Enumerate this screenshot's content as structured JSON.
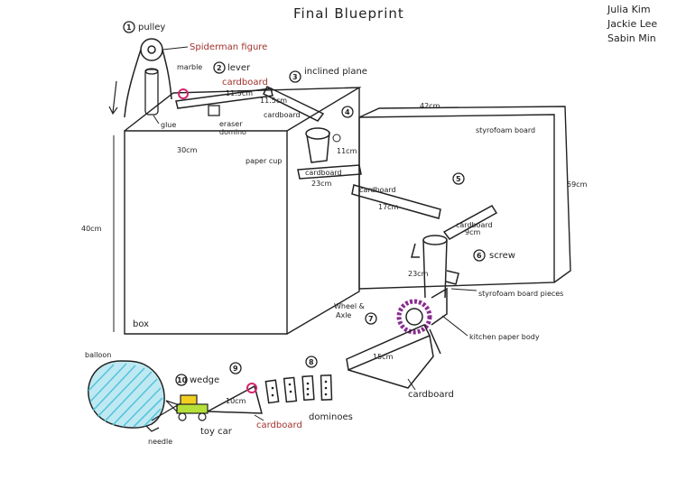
{
  "title": "Final Blueprint",
  "authors": [
    "Julia Kim",
    "Jackie Lee",
    "Sabin Min"
  ],
  "colors": {
    "ink": "#222222",
    "marker_red": "#a0322c",
    "marble": "#d6246e",
    "gear_purple": "#8a2c8f",
    "balloon_blue": "#55c4dc",
    "car_green": "#b5e03a",
    "car_yellow": "#f0cf20"
  },
  "steps": [
    {
      "num": "1",
      "label": "pulley"
    },
    {
      "num": "2",
      "label": "lever"
    },
    {
      "num": "3",
      "label": "inclined plane"
    },
    {
      "num": "4",
      "label": ""
    },
    {
      "num": "5",
      "label": ""
    },
    {
      "num": "6",
      "label": "screw"
    },
    {
      "num": "7",
      "label": "Wheel & Axle"
    },
    {
      "num": "8",
      "label": ""
    },
    {
      "num": "9",
      "label": ""
    },
    {
      "num": "10",
      "label": "wedge"
    }
  ],
  "labels": {
    "spiderman_figure": "Spiderman figure",
    "marble": "marble",
    "cardboard": "cardboard",
    "glue": "glue",
    "eraser": "eraser",
    "domino": "domino",
    "paper_cup": "paper cup",
    "styrofoam_board": "styrofoam board",
    "box": "box",
    "styrofoam_board_pieces": "styrofoam board pieces",
    "kitchen_paper_body": "kitchen paper body",
    "dominoes": "dominoes",
    "balloon": "balloon",
    "needle": "needle",
    "toy_car": "toy car"
  },
  "dimensions": {
    "box_height": "40cm",
    "box_width": "30cm",
    "lever_len": "11.5cm",
    "incline_len": "11.5cm",
    "cup_size": "11cm",
    "board_width": "42cm",
    "board_height": "59cm",
    "ramp1": "23cm",
    "ramp2": "17cm",
    "ramp3": "9cm",
    "screw_len": "23cm",
    "final_ramp": "15cm",
    "wedge_len": "10cm"
  }
}
